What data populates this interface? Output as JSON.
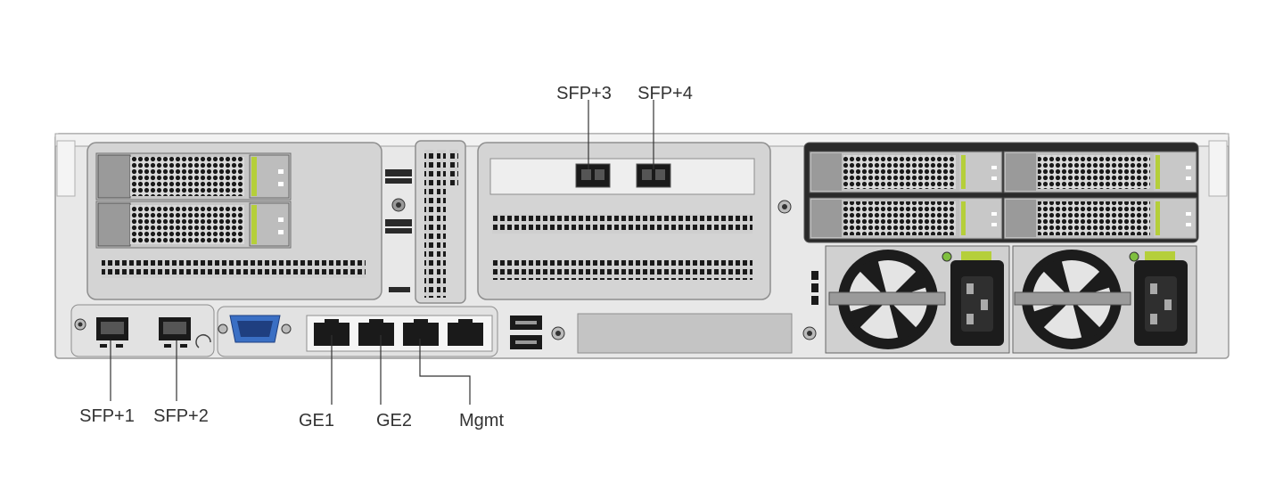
{
  "callouts": {
    "sfp1": "SFP+1",
    "sfp2": "SFP+2",
    "sfp3": "SFP+3",
    "sfp4": "SFP+4",
    "ge1": "GE1",
    "ge2": "GE2",
    "mgmt": "Mgmt"
  },
  "colors": {
    "chassis": "#e6e6e6",
    "panel": "#d0d0d0",
    "bay": "#bdbdbd",
    "dark": "#1e1e1e",
    "accent_green": "#b5cf3a",
    "vga_blue": "#3a6fc4",
    "leader": "#333333",
    "label": "#333333"
  }
}
